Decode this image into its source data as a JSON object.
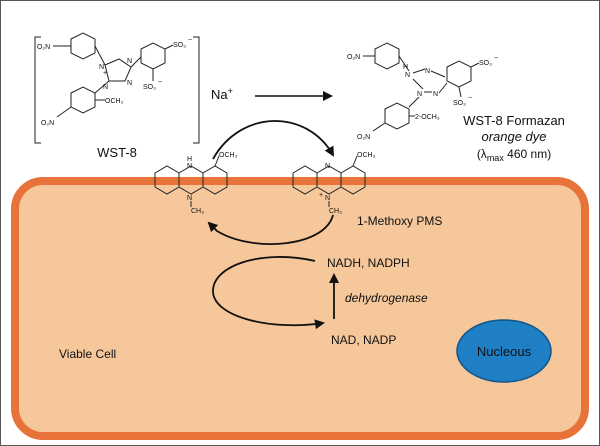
{
  "reagent": {
    "name": "WST-8",
    "counter_ion": "Na",
    "counter_ion_charge": "+"
  },
  "product": {
    "name": "WST-8 Formazan",
    "color_note": "orange dye",
    "lambda_open": "(λ",
    "lambda_sub": "max",
    "lambda_value": " 460 nm)"
  },
  "chem_labels": {
    "nitro": "O₂N",
    "sulfonate": "SO₃",
    "sulfonate_charge": "−",
    "methoxy": "OCH₃",
    "methoxy_ortho": "2-OCH₃",
    "nitrogen": "N",
    "hydrogen": "H",
    "methyl": "CH₃",
    "plus": "+"
  },
  "mediator": {
    "name": "1-Methoxy PMS"
  },
  "cofactors": {
    "reduced": "NADH, NADPH",
    "oxidized": "NAD, NADP",
    "enzyme": "dehydrogenase"
  },
  "cell": {
    "label": "Viable Cell"
  },
  "nucleus": {
    "label": "Nucleous"
  },
  "colors": {
    "membrane": "#e8733a",
    "cytoplasm": "#f5c79a",
    "nucleus": "#1f7fc4",
    "nucleus_edge": "#14558a",
    "nucleus_text": "#ffffff"
  }
}
